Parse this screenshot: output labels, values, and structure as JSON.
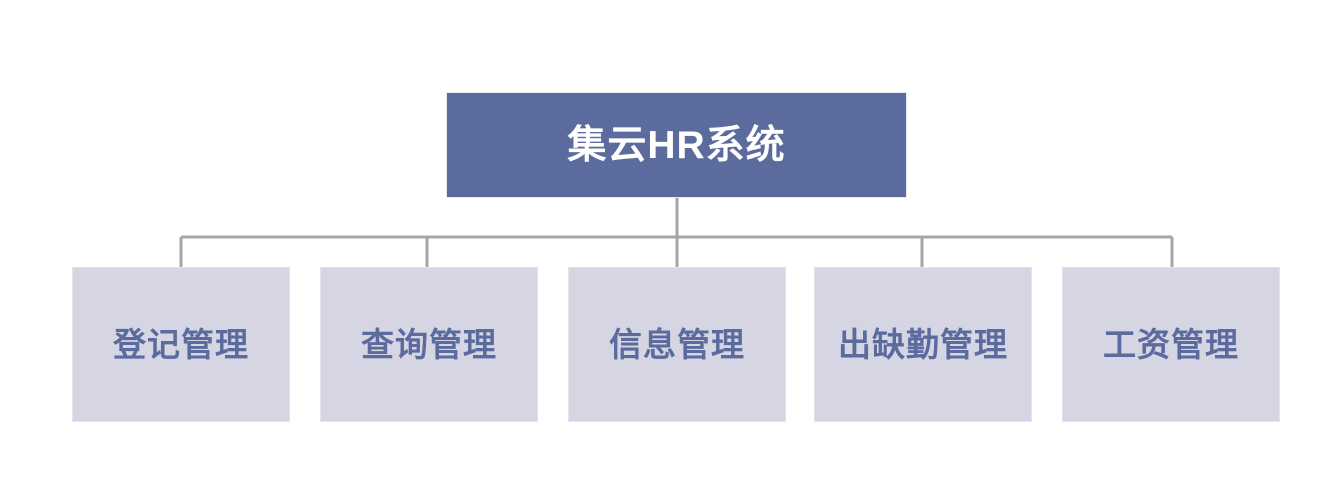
{
  "diagram": {
    "type": "organization-chart",
    "orientation": "top-down",
    "root": {
      "label": "集云HR系统",
      "fill_color": "#5B6B9E",
      "text_color": "#FFFFFF"
    },
    "children": [
      {
        "label": "登记管理"
      },
      {
        "label": "查询管理"
      },
      {
        "label": "信息管理"
      },
      {
        "label": "出缺勤管理"
      },
      {
        "label": "工资管理"
      }
    ],
    "child_style": {
      "fill_color": "#D5D5E3",
      "text_color": "#5B6B9E"
    },
    "connector": {
      "color": "#A6A6A6",
      "style": "elbow"
    }
  }
}
